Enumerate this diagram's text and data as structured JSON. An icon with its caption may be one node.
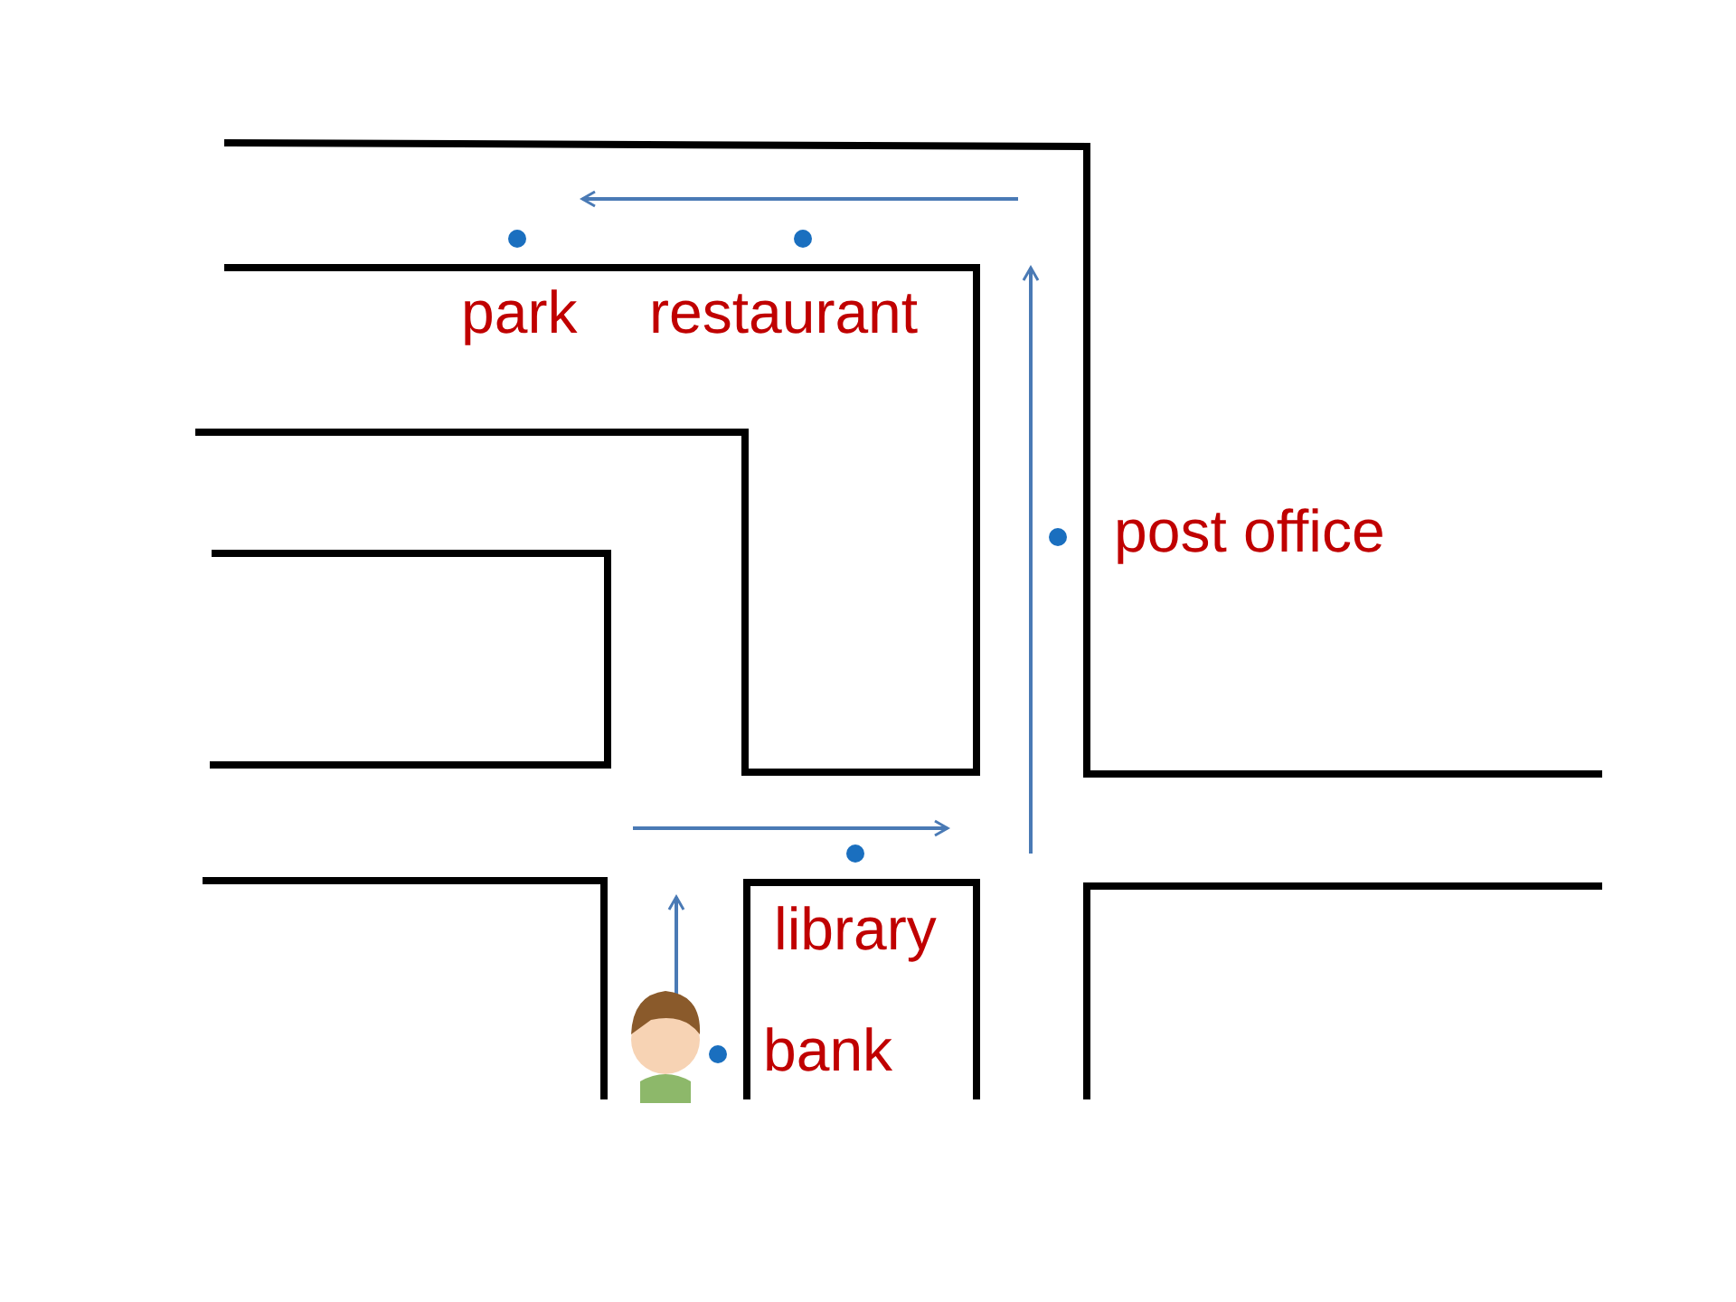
{
  "diagram": {
    "labels": [
      "park",
      "restaurant",
      "post office",
      "library",
      "bank"
    ]
  }
}
